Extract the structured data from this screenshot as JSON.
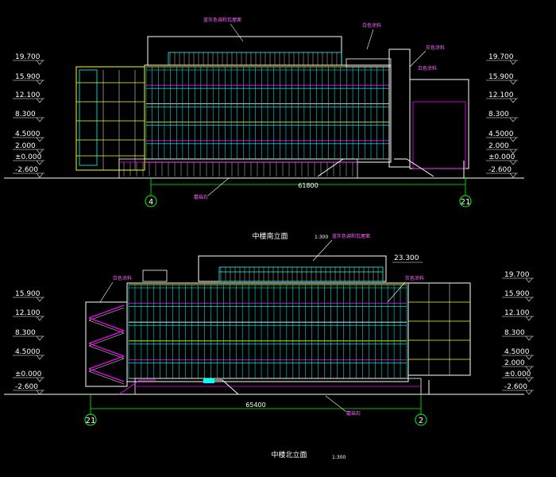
{
  "colors": {
    "background": "#000000",
    "cyan": "#00ffff",
    "white": "#ffffff",
    "yellow": "#ffff00",
    "magenta": "#ff00ff",
    "green": "#00ff00",
    "gray": "#9a9a9a"
  },
  "south": {
    "title": "中楼南立面",
    "scale": "1:300",
    "dimension": "61800",
    "axis_left": "4",
    "axis_right": "21",
    "levels_left": [
      "19.700",
      "15.900",
      "12.100",
      "8.300",
      "4.5000",
      "2.000",
      "±0.000",
      "-2.600"
    ],
    "levels_right": [
      "19.700",
      "15.900",
      "12.100",
      "8.300",
      "4.5000",
      "2.000",
      "±0.000",
      "-2.600"
    ],
    "notes": {
      "top": "蓝灰色调和瓦屋面",
      "n1": "白色涂料",
      "n2": "灰色涂料",
      "n3": "白色涂料",
      "base": "蘑菇石"
    }
  },
  "north": {
    "title": "中楼北立面",
    "scale": "1:300",
    "dimension": "65400",
    "top_level": "23.300",
    "axis_left": "21",
    "axis_right": "2",
    "levels_left": [
      "15.900",
      "12.100",
      "8.300",
      "4.5000",
      "±0.000",
      "-2.600"
    ],
    "levels_right": [
      "19.700",
      "15.900",
      "12.100",
      "8.300",
      "4.5000",
      "2.000",
      "±0.000",
      "-2.600"
    ],
    "notes": {
      "top": "蓝灰色调和瓦屋面",
      "n1": "白色涂料",
      "n2": "灰色涂料",
      "base": "蘑菇石"
    }
  }
}
